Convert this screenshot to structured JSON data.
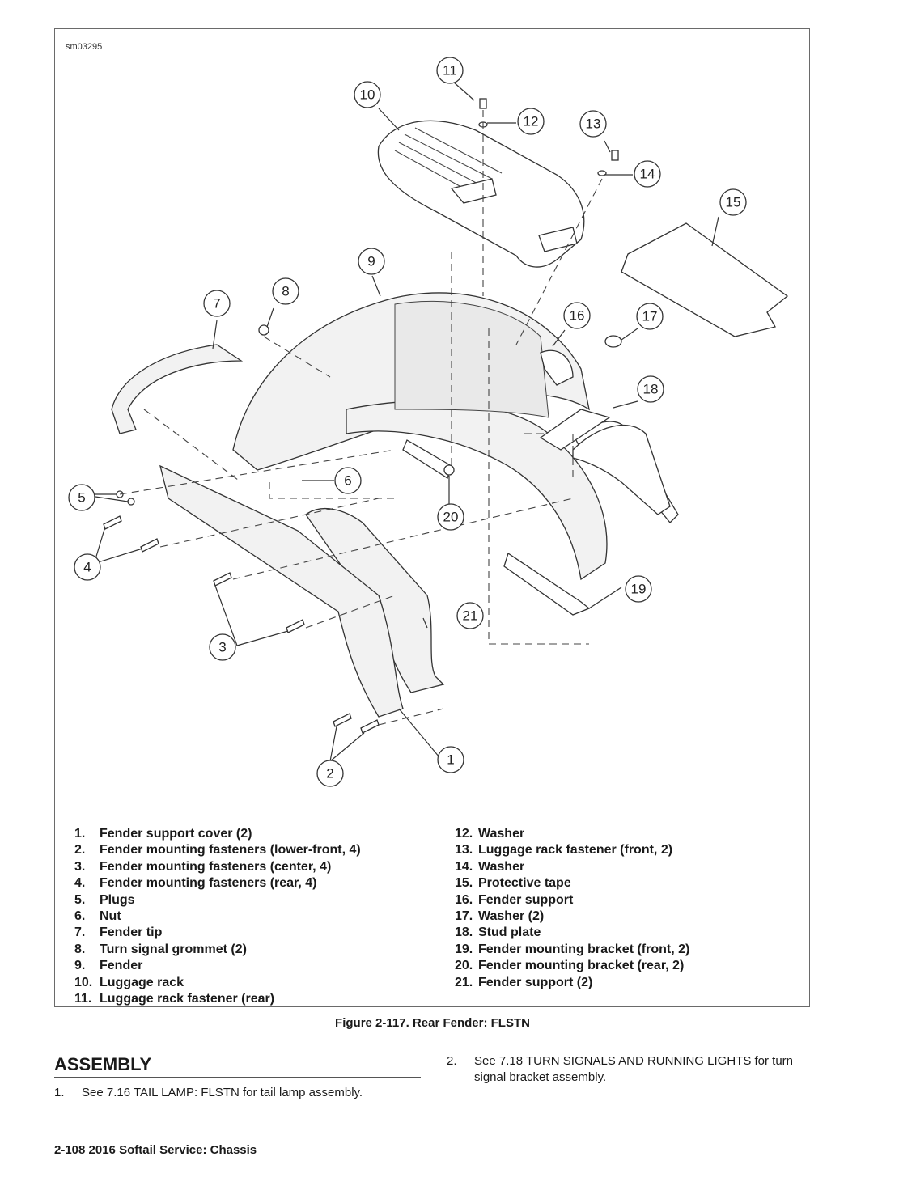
{
  "figure": {
    "id": "sm03295",
    "callouts": [
      "1",
      "2",
      "3",
      "4",
      "5",
      "6",
      "7",
      "8",
      "9",
      "10",
      "11",
      "12",
      "13",
      "14",
      "15",
      "16",
      "17",
      "18",
      "19",
      "20",
      "21"
    ],
    "legend_left": [
      {
        "num": "1.",
        "text": "Fender support cover (2)"
      },
      {
        "num": "2.",
        "text": "Fender mounting fasteners (lower-front, 4)"
      },
      {
        "num": "3.",
        "text": "Fender mounting fasteners (center, 4)"
      },
      {
        "num": "4.",
        "text": "Fender mounting fasteners (rear, 4)"
      },
      {
        "num": "5.",
        "text": "Plugs"
      },
      {
        "num": "6.",
        "text": "Nut"
      },
      {
        "num": "7.",
        "text": "Fender tip"
      },
      {
        "num": "8.",
        "text": "Turn signal grommet (2)"
      },
      {
        "num": "9.",
        "text": "Fender"
      },
      {
        "num": "10.",
        "text": "Luggage rack"
      },
      {
        "num": "11.",
        "text": "Luggage rack fastener (rear)"
      }
    ],
    "legend_right": [
      {
        "num": "12.",
        "text": "Washer"
      },
      {
        "num": "13.",
        "text": "Luggage rack fastener (front, 2)"
      },
      {
        "num": "14.",
        "text": "Washer"
      },
      {
        "num": "15.",
        "text": "Protective tape"
      },
      {
        "num": "16.",
        "text": "Fender support"
      },
      {
        "num": "17.",
        "text": "Washer (2)"
      },
      {
        "num": "18.",
        "text": "Stud plate"
      },
      {
        "num": "19.",
        "text": "Fender mounting bracket (front, 2)"
      },
      {
        "num": "20.",
        "text": "Fender mounting bracket (rear, 2)"
      },
      {
        "num": "21.",
        "text": "Fender support (2)"
      }
    ],
    "caption": "Figure 2-117. Rear Fender: FLSTN"
  },
  "section": {
    "heading": "ASSEMBLY",
    "steps": [
      {
        "num": "1.",
        "text": "See 7.16 TAIL LAMP: FLSTN for tail lamp assembly."
      },
      {
        "num": "2.",
        "text": "See 7.18 TURN SIGNALS AND RUNNING LIGHTS for turn signal bracket assembly."
      }
    ]
  },
  "footer": "2-108  2016 Softail Service:  Chassis"
}
